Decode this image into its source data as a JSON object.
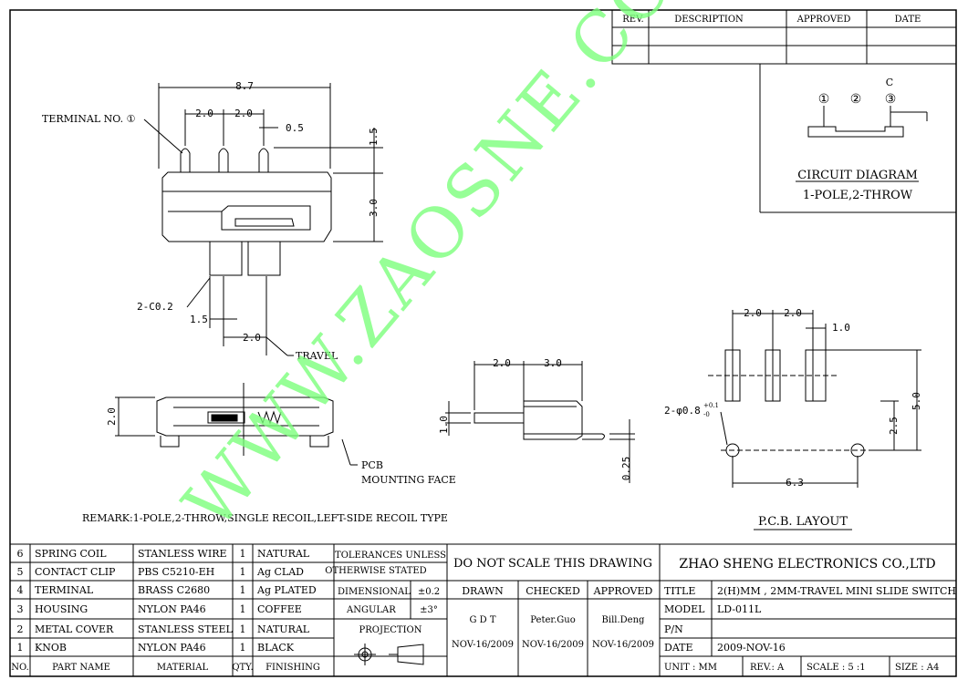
{
  "revision_block": {
    "headers": [
      "REV.",
      "DESCRIPTION",
      "APPROVED",
      "DATE"
    ]
  },
  "circuit": {
    "label_c": "C",
    "terminals": [
      "①",
      "②",
      "③"
    ],
    "title": "CIRCUIT DIAGRAM",
    "subtitle": "1-POLE,2-THROW"
  },
  "watermark": "WWW.ZAOSNE.COM",
  "watermark_color": "#7CFF7C",
  "front_view": {
    "terminal_label": "TERMINAL NO. ①",
    "overall": "8.7",
    "pitch_a": "2.0",
    "pitch_b": "2.0",
    "pin": "0.5",
    "pin_len": "1.5",
    "height": "3.0",
    "chamfer": "2-C0.2",
    "knob": "1.5",
    "travel_val": "2.0",
    "travel_label": "TRAVEL"
  },
  "bottom_view": {
    "height": "2.0",
    "pcb_label": "PCB",
    "mounting_label": "MOUNTING FACE"
  },
  "side_view": {
    "dim_a": "2.0",
    "dim_b": "3.0",
    "height": "1.0",
    "thickness": "0.25"
  },
  "pcb_layout": {
    "pitch_a": "2.0",
    "pitch_b": "2.0",
    "pad": "1.0",
    "hole": "2-φ0.8",
    "hole_tol_plus": "+0.1",
    "hole_tol_minus": "-0",
    "height": "5.0",
    "offset": "2.5",
    "span": "6.3",
    "title": "P.C.B. LAYOUT"
  },
  "remark": "REMARK:1-POLE,2-THROW,SINGLE RECOIL,LEFT-SIDE RECOIL TYPE",
  "bom": {
    "headers": [
      "NO.",
      "PART NAME",
      "MATERIAL",
      "QTY.",
      "FINISHING"
    ],
    "rows": [
      {
        "no": "6",
        "part": "SPRING COIL",
        "material": "STANLESS WIRE",
        "qty": "1",
        "finish": "NATURAL"
      },
      {
        "no": "5",
        "part": "CONTACT CLIP",
        "material": "PBS C5210-EH",
        "qty": "1",
        "finish": "Ag CLAD"
      },
      {
        "no": "4",
        "part": "TERMINAL",
        "material": "BRASS C2680",
        "qty": "1",
        "finish": "Ag PLATED"
      },
      {
        "no": "3",
        "part": "HOUSING",
        "material": "NYLON PA46",
        "qty": "1",
        "finish": "COFFEE"
      },
      {
        "no": "2",
        "part": "METAL COVER",
        "material": "STANLESS STEEL",
        "qty": "1",
        "finish": "NATURAL"
      },
      {
        "no": "1",
        "part": "KNOB",
        "material": "NYLON PA46",
        "qty": "1",
        "finish": "BLACK"
      }
    ]
  },
  "tolerance": {
    "title1": "TOLERANCES UNLESS",
    "title2": "OTHERWISE STATED",
    "dim_label": "DIMENSIONAL",
    "dim_val": "±0.2",
    "ang_label": "ANGULAR",
    "ang_val": "±3°",
    "projection": "PROJECTION"
  },
  "approval": {
    "note": "DO NOT SCALE THIS DRAWING",
    "headers": [
      "DRAWN",
      "CHECKED",
      "APPROVED"
    ],
    "names": [
      "G D T",
      "Peter.Guo",
      "Bill.Deng"
    ],
    "dates": [
      "NOV-16/2009",
      "NOV-16/2009",
      "NOV-16/2009"
    ]
  },
  "title_block": {
    "company": "ZHAO SHENG ELECTRONICS CO.,LTD",
    "title_label": "TITLE",
    "title": "2(H)MM , 2MM-TRAVEL MINI SLIDE SWITCH",
    "model_label": "MODEL",
    "model": "LD-011L",
    "pn_label": "P/N",
    "pn": "",
    "date_label": "DATE",
    "date": "2009-NOV-16",
    "unit": "UNIT : MM",
    "rev": "REV.: A",
    "scale": "SCALE : 5 :1",
    "size": "SIZE : A4"
  }
}
